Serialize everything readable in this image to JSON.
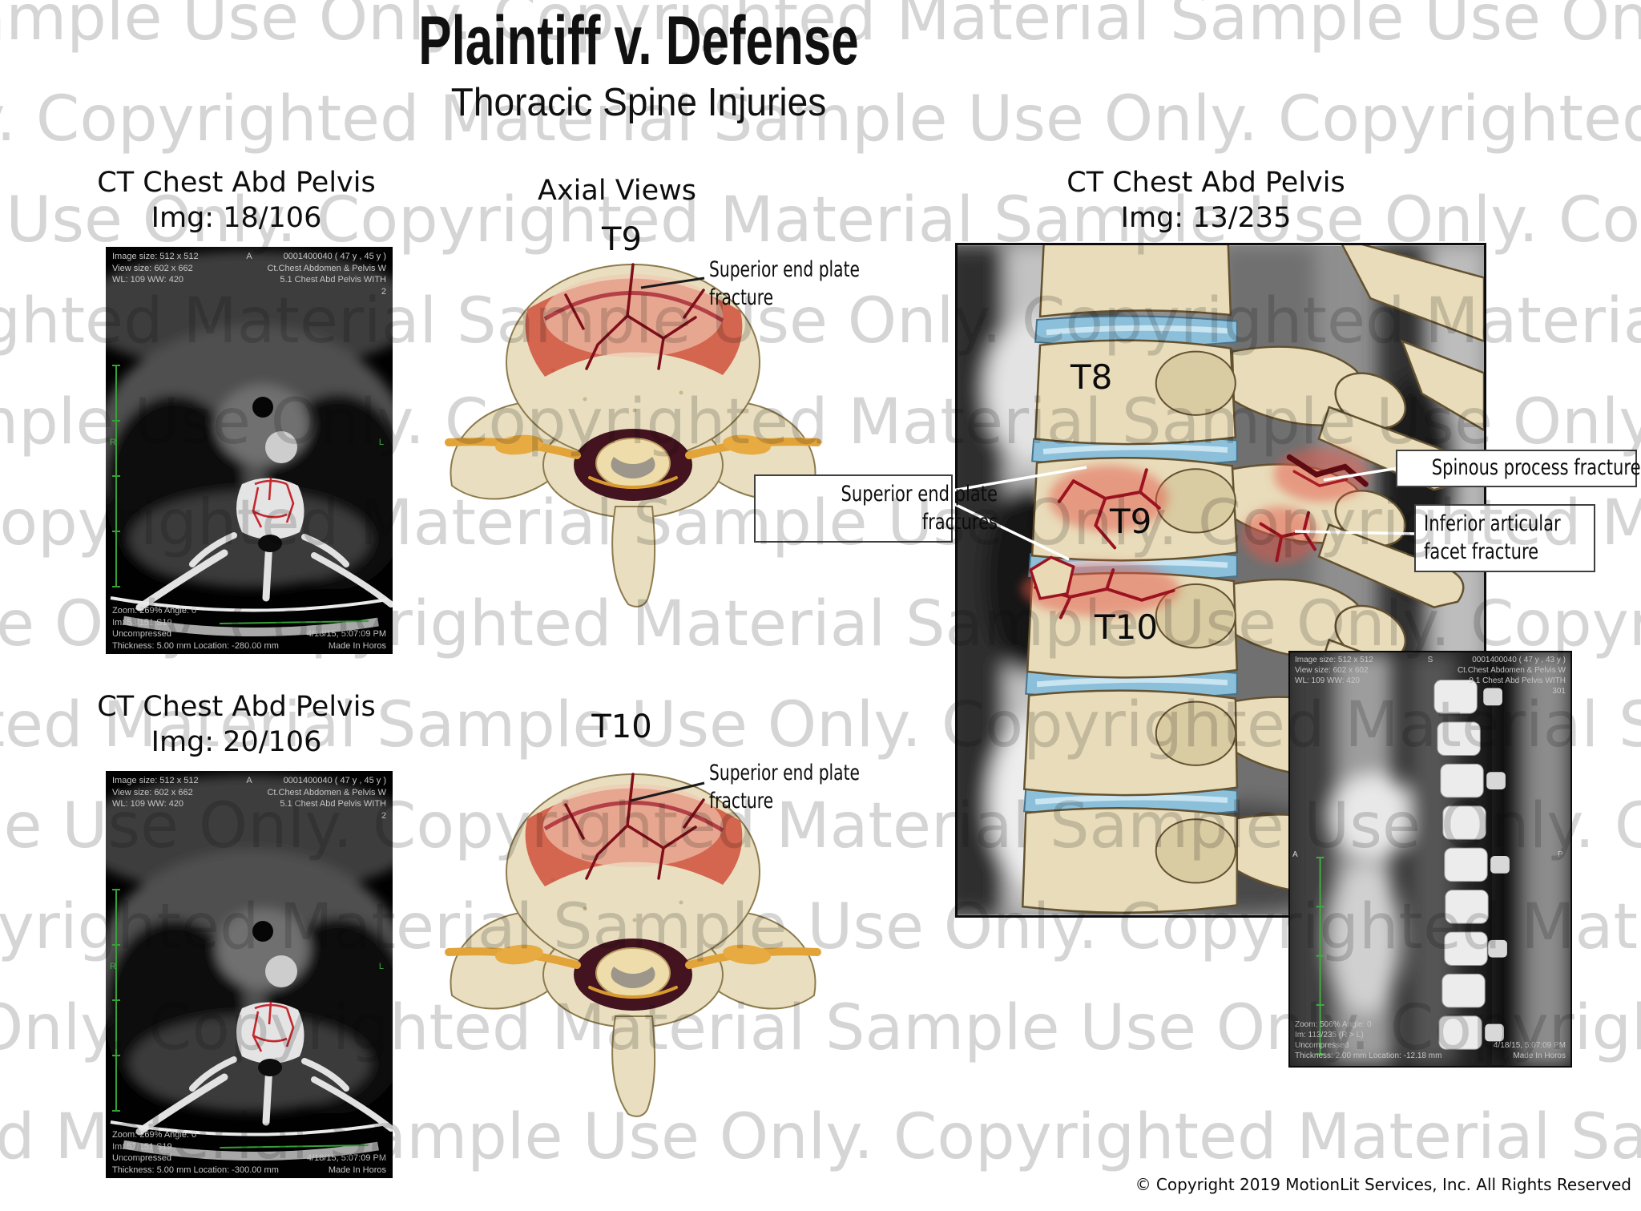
{
  "title": {
    "main": "Plaintiff v. Defense",
    "subtitle": "Thoracic Spine Injuries"
  },
  "watermark": {
    "phrase": "Sample Use Only. Copyrighted Material",
    "row_text": "Sample Use Only. Copyrighted Material   Sample Use Only. Copyrighted Material   Sample Use Only. Copyrighted Material"
  },
  "left": {
    "panel1": {
      "title": "CT Chest Abd Pelvis",
      "img": "Img: 18/106",
      "tl": [
        "Image size: 512 x 512",
        "View size: 602 x 662",
        "WL: 109 WW: 420"
      ],
      "tc": "A",
      "tr": [
        "0001400040 ( 47 y , 45 y )",
        "Ct.Chest Abdomen & Pelvis W",
        "5.1 Chest Abd Pelvis WITH",
        "2"
      ],
      "left_marker": "R",
      "right_marker": "L",
      "bl": [
        "Zoom: 269% Angle: 0",
        "Im: 53/151 S19",
        "Uncompressed",
        "Thickness: 5.00 mm Location: -280.00 mm"
      ],
      "br": [
        "4/18/15, 5:07:09 PM",
        "Made In Horos"
      ]
    },
    "panel2": {
      "title": "CT Chest Abd Pelvis",
      "img": "Img: 20/106",
      "tl": [
        "Image size: 512 x 512",
        "View size: 602 x 662",
        "WL: 109 WW: 420"
      ],
      "tc": "A",
      "tr": [
        "0001400040 ( 47 y , 45 y )",
        "Ct.Chest Abdomen & Pelvis W",
        "5.1 Chest Abd Pelvis WITH",
        "2"
      ],
      "left_marker": "R",
      "right_marker": "L",
      "bl": [
        "Zoom: 269% Angle: 0",
        "Im: 57/151 S19",
        "Uncompressed",
        "Thickness: 5.00 mm Location: -300.00 mm"
      ],
      "br": [
        "4/18/15, 5:07:09 PM",
        "Made In Horos"
      ]
    }
  },
  "middle": {
    "title": "Axial Views",
    "t9": {
      "level": "T9",
      "annotation": "Superior end plate fracture"
    },
    "t10": {
      "level": "T10",
      "annotation": "Superior end plate fracture"
    }
  },
  "right": {
    "title": "CT Chest Abd Pelvis",
    "img": "Img: 13/235",
    "t8": "T8",
    "t9": "T9",
    "t10": "T10",
    "ann_superior": "Superior end plate fractures",
    "ann_spinous": "Spinous process fracture",
    "ann_facet": "Inferior articular facet fracture",
    "inset": {
      "tl": [
        "Image size: 512 x 512",
        "View size: 602 x 602",
        "WL: 109 WW: 420"
      ],
      "tc": "S",
      "tr": [
        "0001400040 ( 47 y , 43 y )",
        "Ct.Chest Abdomen & Pelvis W",
        "9.1 Chest Abd Pelvis WITH",
        "301"
      ],
      "left_marker": "A",
      "right_marker": "P",
      "bl": [
        "Zoom: 506% Angle: 0",
        "Im: 113/235 (R > L)",
        "Uncompressed",
        "Thickness: 2.00 mm Location: -12.18 mm"
      ],
      "br": [
        "4/18/15, 5:07:09 PM",
        "Made In Horos"
      ]
    }
  },
  "footer": {
    "copyright": "© Copyright 2019 MotionLit Services, Inc. All Rights Reserved"
  },
  "colors": {
    "watermark": "#d5d5d5",
    "bone": "#e8dcba",
    "disc": "#8cc0da",
    "fracture_red": "#9c1320",
    "fracture_glow": "#e4584a",
    "canal": "#43141f",
    "cord": "#eeddab",
    "nerve": "#e2a338",
    "overlay_green": "#3fae3f",
    "ink": "#111111"
  }
}
